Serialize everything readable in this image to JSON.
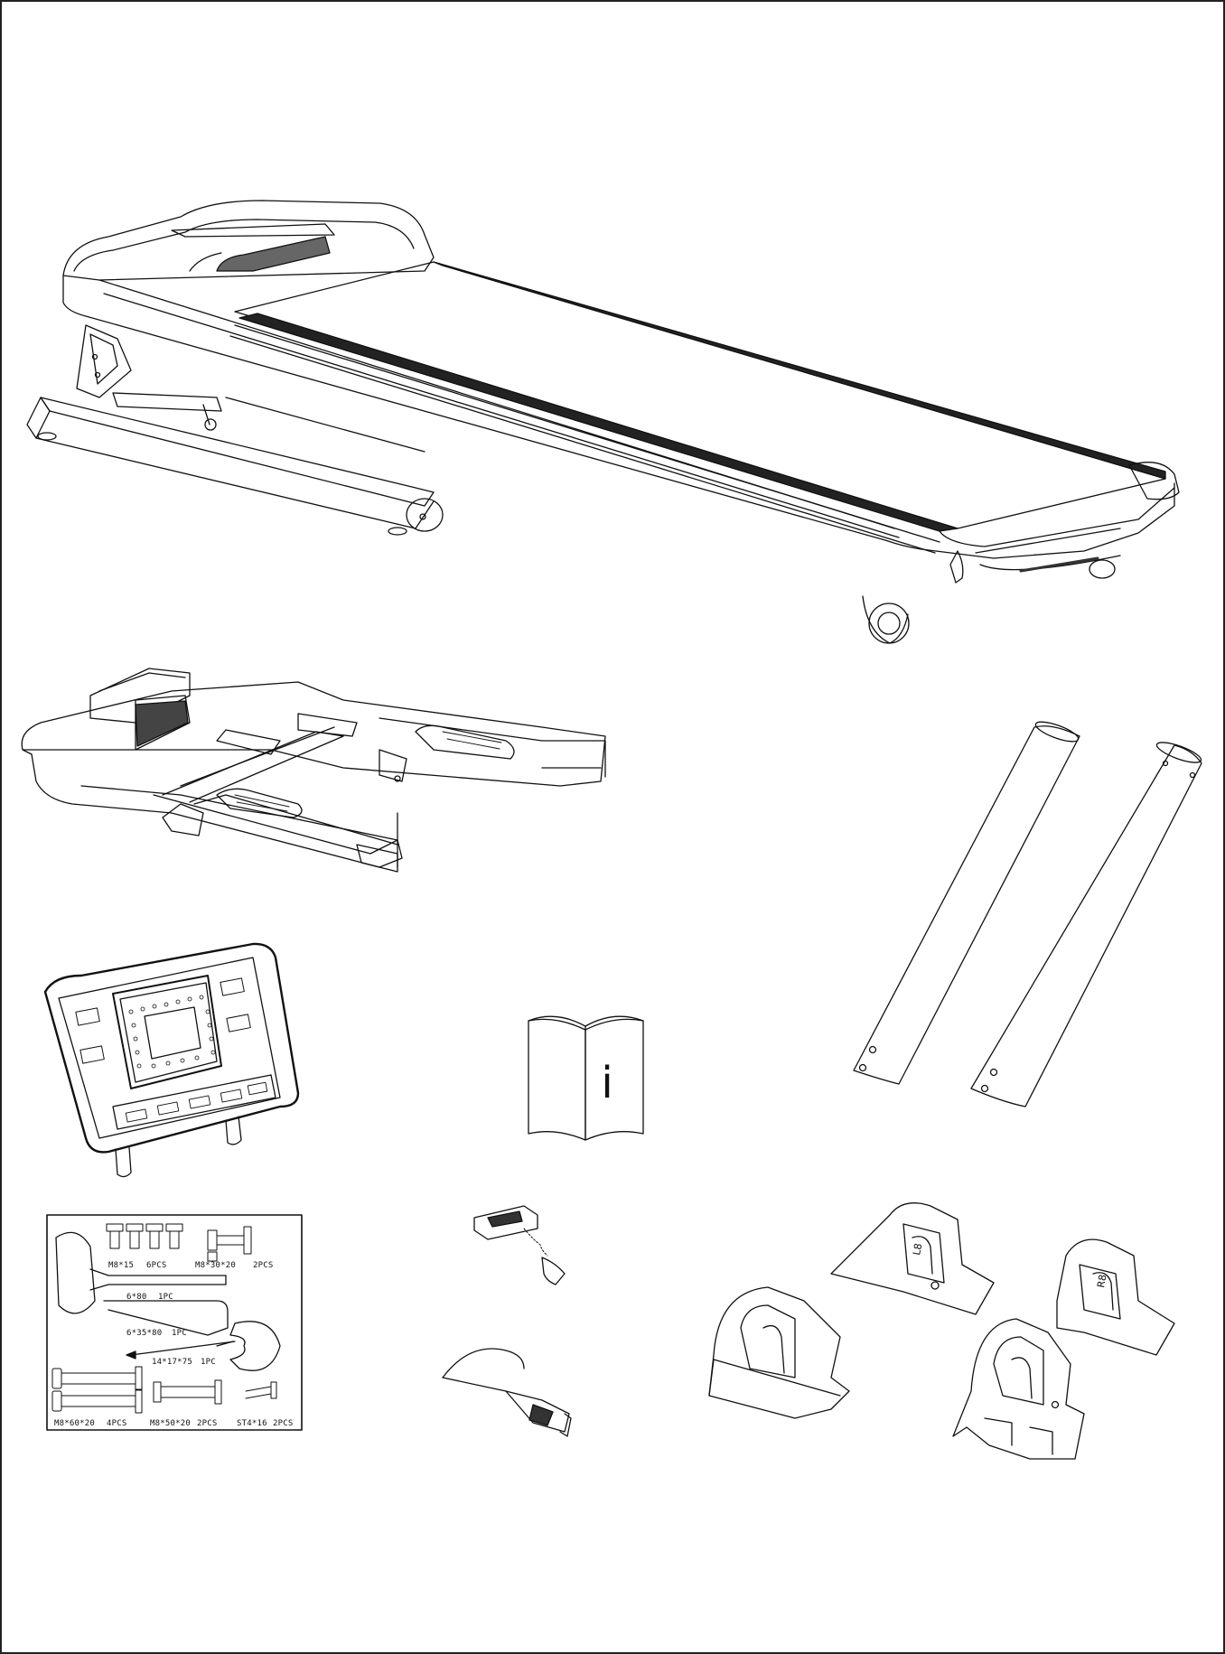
{
  "hardware_bag": {
    "bolt_a": "M8*15",
    "bolt_a_qty": "6PCS",
    "bolt_b": "M8*30*20",
    "bolt_b_qty": "2PCS",
    "hex_key": "6*80",
    "hex_key_qty": "1PC",
    "screwdriver": "6*35*80",
    "screwdriver_qty": "1PC",
    "wrench": "14*17*75",
    "wrench_qty": "1PC",
    "bolt_c": "M8*60*20",
    "bolt_c_qty": "4PCS",
    "bolt_d": "M8*50*20",
    "bolt_d_qty": "2PCS",
    "screw_e": "ST4*16",
    "screw_e_qty": "2PCS"
  },
  "manual_icon_glyph": "i",
  "cover_mark_left": "L8",
  "cover_mark_right": "R8"
}
